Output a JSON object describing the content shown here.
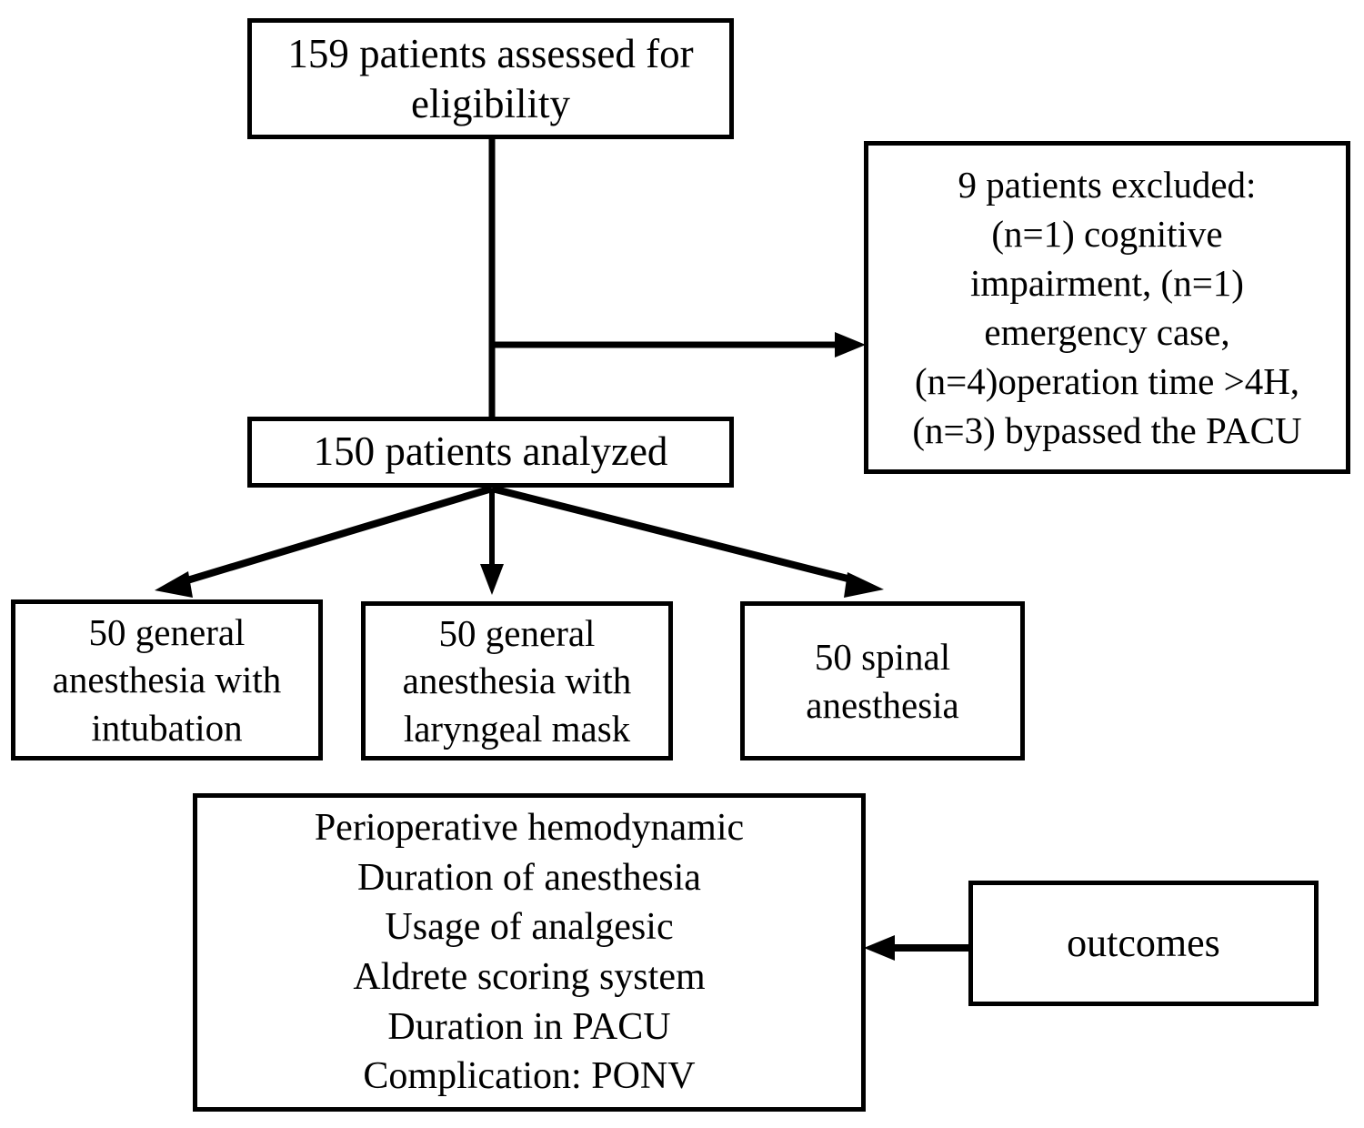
{
  "diagram": {
    "type": "consort-flow-diagram",
    "title": "",
    "stroke_color": "#000000",
    "background_color": "#ffffff",
    "nodes": {
      "screened": {
        "lines": [
          "159 patients assessed for",
          "eligibility"
        ],
        "text": "159 patients assessed for eligibility",
        "count": 159
      },
      "excluded": {
        "lines": [
          "9 patients excluded:",
          "(n=1) cognitive",
          "impairment, (n=1)",
          "emergency case,",
          "(n=4)operation time >4H,",
          "(n=3) bypassed the PACU"
        ],
        "text": "9 patients excluded: (n=1) cognitive impairment, (n=1) emergency case, (n=4)operation time >4H, (n=3) bypassed the PACU",
        "count": 9,
        "reasons": [
          {
            "n": 1,
            "reason": "cognitive impairment"
          },
          {
            "n": 1,
            "reason": "emergency case"
          },
          {
            "n": 4,
            "reason": "operation time >4H"
          },
          {
            "n": 3,
            "reason": "bypassed the PACU"
          }
        ]
      },
      "analyzed": {
        "lines": [
          "150 patients analyzed"
        ],
        "text": "150 patients analyzed",
        "count": 150
      },
      "group_1": {
        "lines": [
          "50 general",
          "anesthesia with",
          "intubation"
        ],
        "text": "50 general anesthesia with intubation",
        "count": 50
      },
      "group_2": {
        "lines": [
          "50 general",
          "anesthesia with",
          "laryngeal mask"
        ],
        "text": "50 general anesthesia with laryngeal mask",
        "count": 50
      },
      "group_3": {
        "lines": [
          "50 spinal",
          "anesthesia"
        ],
        "text": "50 spinal anesthesia",
        "count": 50
      },
      "outcomes_list": {
        "lines": [
          "Perioperative hemodynamic",
          "Duration of anesthesia",
          "Usage of analgesic",
          "Aldrete scoring system",
          "Duration in PACU",
          "Complication: PONV"
        ]
      },
      "outcomes": {
        "lines": [
          "outcomes"
        ],
        "text": "outcomes"
      }
    },
    "edges": [
      {
        "from": "screened",
        "to": "analyzed",
        "style": "straight-down-arrow"
      },
      {
        "from": "screened",
        "to": "excluded",
        "style": "elbow-right-arrow"
      },
      {
        "from": "analyzed",
        "to": "group_1",
        "style": "diagonal-arrow"
      },
      {
        "from": "analyzed",
        "to": "group_2",
        "style": "straight-down-arrow"
      },
      {
        "from": "analyzed",
        "to": "group_3",
        "style": "diagonal-arrow"
      },
      {
        "from": "outcomes",
        "to": "outcomes_list",
        "style": "straight-left-arrow"
      }
    ]
  }
}
